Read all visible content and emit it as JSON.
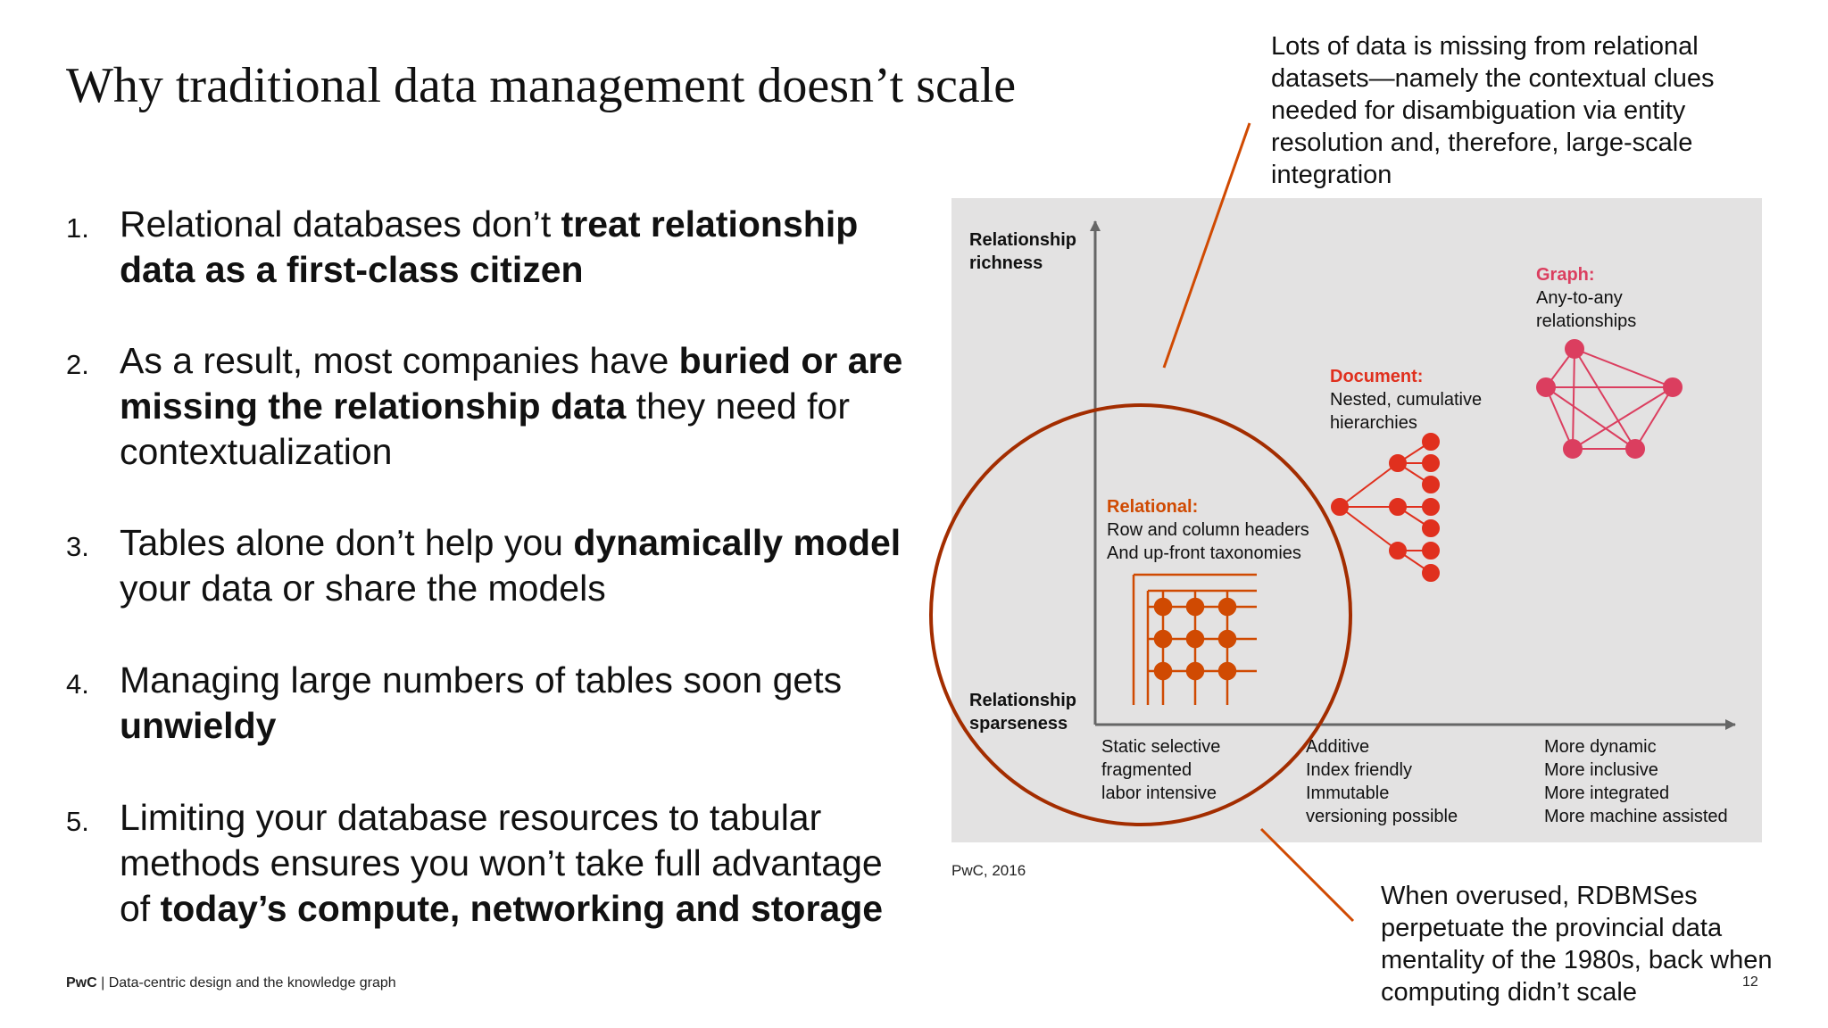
{
  "title": "Why traditional data management doesn’t scale",
  "points": [
    {
      "num": "1.",
      "parts": [
        {
          "t": "Relational databases don’t "
        },
        {
          "t": "treat relationship",
          "b": true
        },
        {
          "br": true
        },
        {
          "t": "data as a first-class citizen",
          "b": true
        }
      ]
    },
    {
      "num": "2.",
      "parts": [
        {
          "t": "As a result, most companies have "
        },
        {
          "t": "buried or are",
          "b": true
        },
        {
          "br": true
        },
        {
          "t": "missing the relationship data",
          "b": true
        },
        {
          "t": " they need for"
        },
        {
          "br": true
        },
        {
          "t": "contextualization"
        }
      ]
    },
    {
      "num": "3.",
      "parts": [
        {
          "t": "Tables alone don’t help you "
        },
        {
          "t": "dynamically model",
          "b": true
        },
        {
          "br": true
        },
        {
          "t": "your data or share the models"
        }
      ]
    },
    {
      "num": "4.",
      "parts": [
        {
          "t": "Managing large numbers of tables soon gets"
        },
        {
          "br": true
        },
        {
          "t": "unwieldy",
          "b": true
        }
      ]
    },
    {
      "num": "5.",
      "parts": [
        {
          "t": "Limiting your database resources to tabular"
        },
        {
          "br": true
        },
        {
          "t": "methods ensures you won’t take full advantage"
        },
        {
          "br": true
        },
        {
          "t": "of "
        },
        {
          "t": "today’s compute, networking and storage",
          "b": true
        }
      ]
    }
  ],
  "diagram": {
    "y_axis_top": [
      "Relationship",
      "richness"
    ],
    "y_axis_bottom": [
      "Relationship",
      "sparseness"
    ],
    "relational": {
      "title": "Relational:",
      "lines": [
        "Row and column headers",
        "And up-front taxonomies"
      ],
      "color": "#d04a02"
    },
    "document": {
      "title": "Document:",
      "lines": [
        "Nested, cumulative",
        "hierarchies"
      ],
      "color": "#e0301e"
    },
    "graph": {
      "title": "Graph:",
      "lines": [
        "Any-to-any",
        "relationships"
      ],
      "color": "#db3e5f"
    },
    "x_columns": [
      [
        "Static selective",
        "fragmented",
        "labor intensive"
      ],
      [
        "Additive",
        "Index friendly",
        "Immutable",
        "versioning possible"
      ],
      [
        "More dynamic",
        "More inclusive",
        "More integrated",
        "More machine assisted"
      ]
    ],
    "panel_bg": "#e3e2e2",
    "circle_color": "#a32d00"
  },
  "source_note": "PwC, 2016",
  "callout_top": "Lots of data is missing from relational datasets—namely the contextual clues needed for disambiguation via entity resolution and, therefore, large-scale integration",
  "callout_bottom": "When overused, RDBMSes perpetuate the provincial data mentality of the 1980s, back when computing didn’t scale",
  "footer": {
    "brand": "PwC",
    "text": " | Data-centric design and the knowledge graph"
  },
  "page_number": "12"
}
